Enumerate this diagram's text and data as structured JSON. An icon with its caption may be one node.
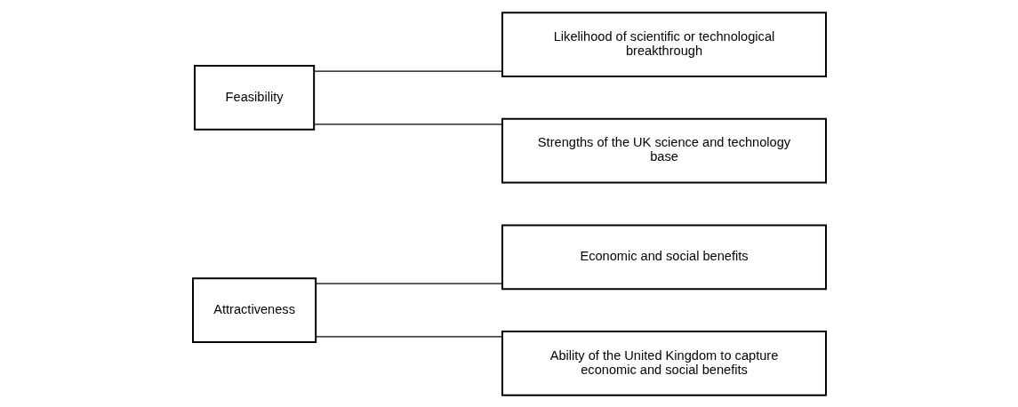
{
  "diagram": {
    "nodes": [
      {
        "text": [
          "Attractiveness"
        ]
      },
      {
        "text": [
          "Economic and social benefits"
        ]
      },
      {
        "text": [
          "Ability of the United Kingdom to capture economic and social benefits"
        ]
      },
      {
        "text": [
          "Feasibility"
        ]
      },
      {
        "text": [
          "Likelihood of scientific or technological breakthrough"
        ]
      },
      {
        "text": [
          "Strengths of the UK science and technology base"
        ]
      }
    ],
    "edges": [
      {
        "from": 0,
        "to": 1,
        "arrow": "none"
      },
      {
        "from": 0,
        "to": 2,
        "arrow": "none"
      },
      {
        "from": 3,
        "to": 4,
        "arrow": "none"
      },
      {
        "from": 3,
        "to": 5,
        "arrow": "none"
      }
    ]
  }
}
